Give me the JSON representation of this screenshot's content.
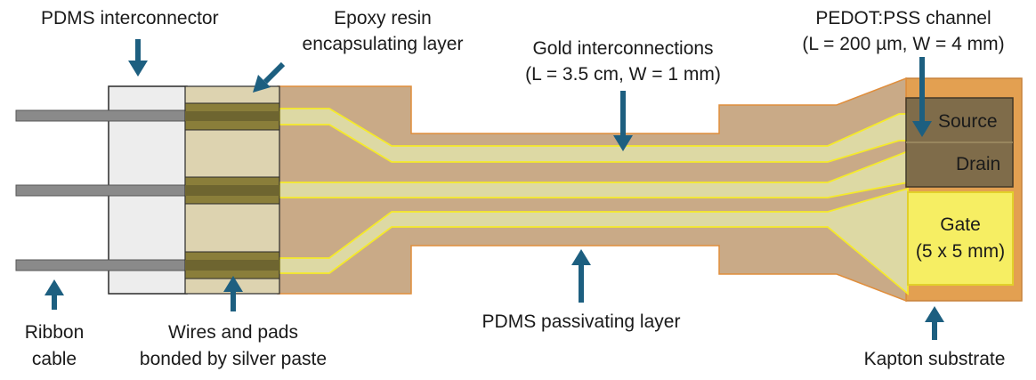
{
  "labels": {
    "pdms_interconnector": "PDMS interconnector",
    "epoxy_line1": "Epoxy resin",
    "epoxy_line2": "encapsulating layer",
    "gold_line1": "Gold interconnections",
    "gold_line2": "(L = 3.5 cm, W = 1 mm)",
    "pedot_line1": "PEDOT:PSS channel",
    "pedot_line2": "(L = 200 µm, W = 4 mm)",
    "source": "Source",
    "drain": "Drain",
    "gate_line1": "Gate",
    "gate_line2": "(5 x 5 mm)",
    "ribbon_line1": "Ribbon",
    "ribbon_line2": "cable",
    "wires_line1": "Wires and pads",
    "wires_line2": "bonded by silver paste",
    "pdms_passivating": "PDMS passivating layer",
    "kapton": "Kapton substrate"
  },
  "colors": {
    "arrow": "#1d5f80",
    "kapton": "#e3a051",
    "pdms_passivation": "#c9aa87",
    "gold_line": "#f5ea2a",
    "gold_fill": "#ddd9a4",
    "channel_box": "#7a6a4a",
    "gate_fill": "#f6ee63",
    "interconnector": "#ededed",
    "epoxy": "#ddd3b0",
    "ribbon": "#8a8a8a",
    "pad": "#8a7e3a"
  }
}
